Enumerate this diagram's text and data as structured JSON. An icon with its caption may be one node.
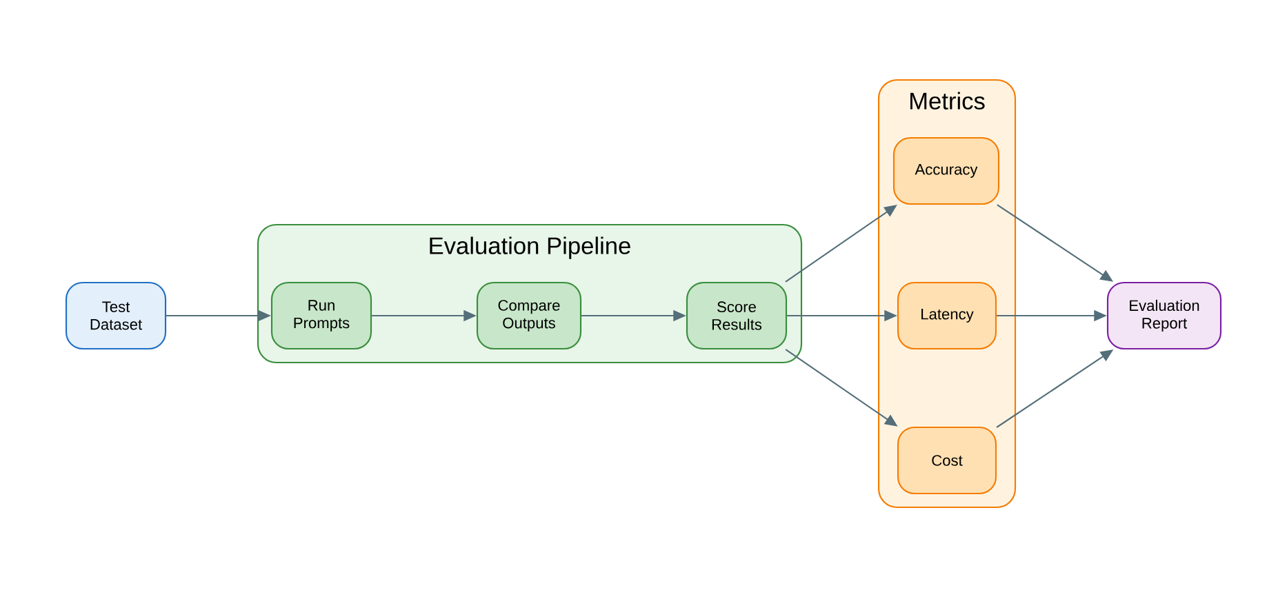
{
  "diagram": {
    "nodes": [
      {
        "text": [
          "Test Dataset"
        ]
      },
      {
        "text": [
          "Evaluation Pipeline"
        ]
      },
      {
        "text": [
          "Run Prompts"
        ],
        "in": 1
      },
      {
        "text": [
          "Compare Outputs"
        ],
        "in": 1
      },
      {
        "text": [
          "Score Results"
        ],
        "in": 1
      },
      {
        "text": [
          "Metrics"
        ]
      },
      {
        "text": [
          "Accuracy"
        ],
        "in": 5
      },
      {
        "text": [
          "Latency"
        ],
        "in": 5
      },
      {
        "text": [
          "Cost"
        ],
        "in": 5
      },
      {
        "text": [
          "Evaluation Report"
        ]
      }
    ],
    "edges": [
      {
        "from": 0,
        "to": 2,
        "arrow": "to"
      },
      {
        "from": 2,
        "to": 3,
        "arrow": "to"
      },
      {
        "from": 3,
        "to": 4,
        "arrow": "to"
      },
      {
        "from": 4,
        "to": 6,
        "arrow": "to"
      },
      {
        "from": 4,
        "to": 7,
        "arrow": "to"
      },
      {
        "from": 4,
        "to": 8,
        "arrow": "to"
      },
      {
        "from": 6,
        "to": 9,
        "arrow": "to"
      },
      {
        "from": 7,
        "to": 9,
        "arrow": "to"
      },
      {
        "from": 8,
        "to": 9,
        "arrow": "to"
      }
    ]
  }
}
